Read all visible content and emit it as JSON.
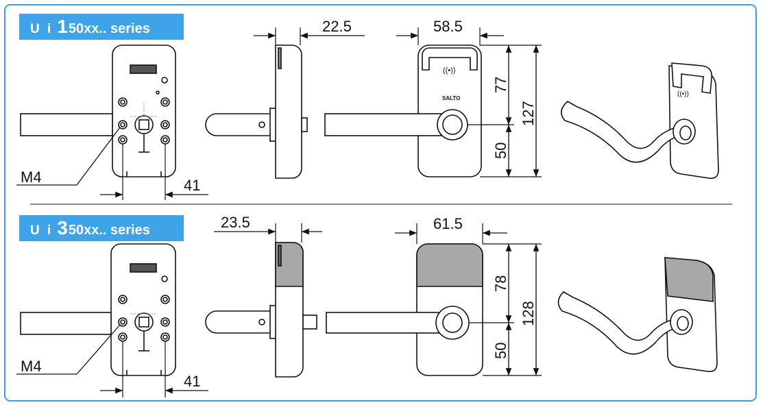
{
  "series": [
    {
      "prefix": "U i",
      "digit": "1",
      "suffix": "50xx.. series"
    },
    {
      "prefix": "U i",
      "digit": "3",
      "suffix": "50xx.. series"
    }
  ],
  "dimensions": {
    "top": {
      "screw": "M4",
      "screw_spacing": "41",
      "depth": "22.5",
      "width": "58.5",
      "upper_height": "77",
      "lower_height": "50",
      "total_height": "127"
    },
    "bottom": {
      "screw": "M4",
      "screw_spacing": "41",
      "depth": "23.5",
      "width": "61.5",
      "upper_height": "78",
      "lower_height": "50",
      "total_height": "128"
    }
  },
  "logo_text": "SALTO",
  "colors": {
    "frame": "#3aa0de",
    "badge": "#3fa3e8",
    "reader_top": "#a8a8a8"
  }
}
